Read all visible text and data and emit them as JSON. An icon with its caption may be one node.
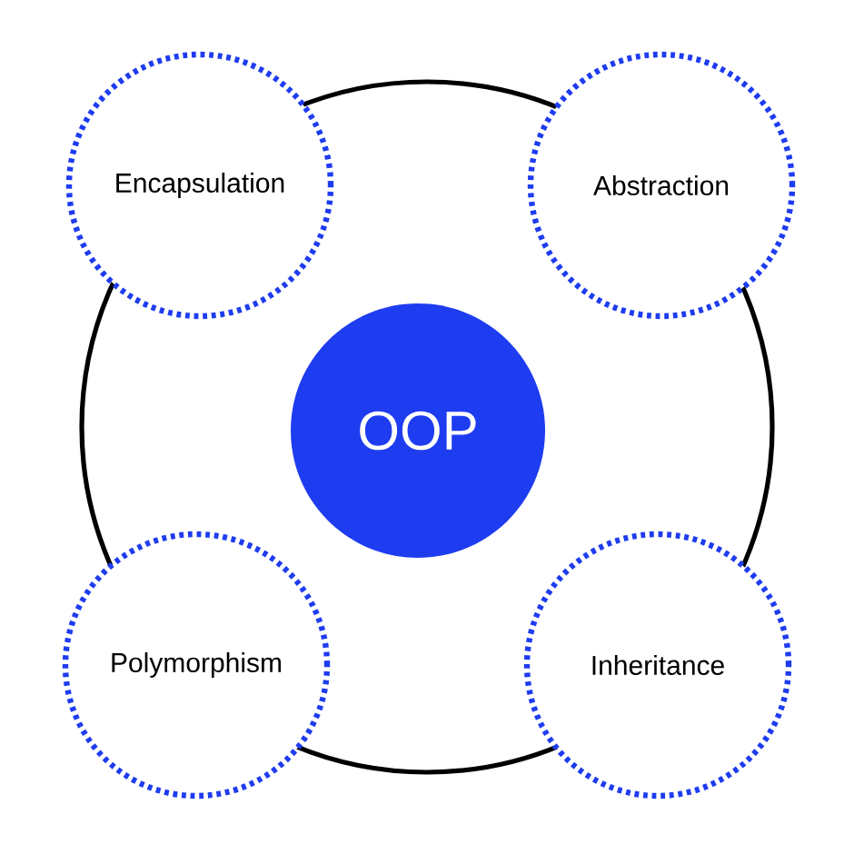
{
  "diagram": {
    "nodes": [
      {
        "text": [],
        "shape": "circle"
      },
      {
        "text": [
          "OOP"
        ],
        "in": 0
      },
      {
        "text": [
          "Encapsulation"
        ]
      },
      {
        "text": [
          "Abstraction"
        ]
      },
      {
        "text": [
          "Polymorphism"
        ]
      },
      {
        "text": [
          "Inheritance"
        ]
      }
    ]
  }
}
